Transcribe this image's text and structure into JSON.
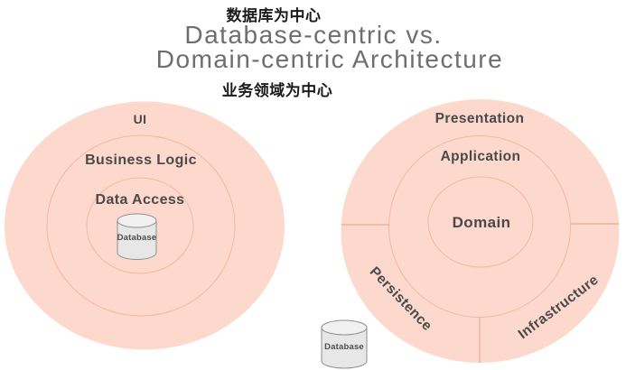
{
  "header": {
    "db_centric_label_cn": "数据库为中心",
    "title_line1": "Database-centric vs.",
    "title_line2": "Domain-centric Architecture",
    "domain_centric_label_cn": "业务领域为中心"
  },
  "left_diagram": {
    "name": "database-centric",
    "rings": [
      {
        "label": "UI"
      },
      {
        "label": "Business Logic"
      },
      {
        "label": "Data Access"
      }
    ],
    "database_label": "Database"
  },
  "right_diagram": {
    "name": "domain-centric",
    "rings": [
      {
        "label": "Presentation"
      },
      {
        "label": "Application"
      },
      {
        "label": "Domain"
      }
    ],
    "sectors": [
      {
        "label": "Persistence"
      },
      {
        "label": "Infrastructure"
      }
    ],
    "database_label": "Database"
  },
  "colors": {
    "circle_fill": "#fcd9cc",
    "ring_stroke": "#f3b89f",
    "divider_stroke": "#edaa8e",
    "label_text": "#4a4a4a",
    "title_text": "#6e6e6e",
    "cn_text": "#1b1b1b",
    "cylinder_fill": "#e7e7e7",
    "cylinder_top_fill": "#f1f1f1",
    "cylinder_stroke": "#8f8f8f"
  }
}
